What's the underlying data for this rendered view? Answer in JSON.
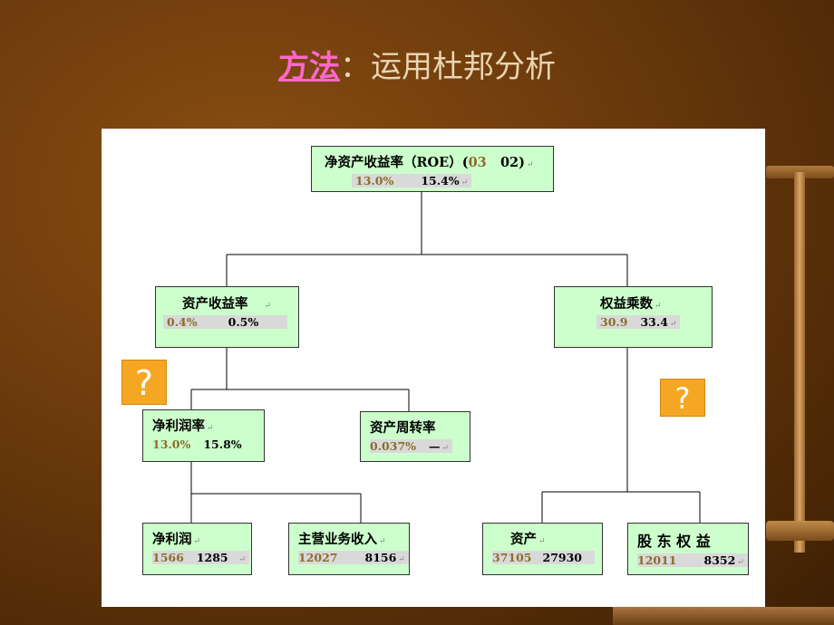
{
  "slide": {
    "title_accent": "方法",
    "title_sep": "：",
    "title_rest": "运用杜邦分析"
  },
  "question_mark": "?",
  "nodes": {
    "roe": {
      "label": "净资产收益率（ROE）(",
      "year1": "03",
      "year2": "02)",
      "v1": "13.0%",
      "v2": "15.4%"
    },
    "roa": {
      "label": "资产收益率",
      "v1": "0.4%",
      "v2": "0.5%"
    },
    "equity_multiplier": {
      "label": "权益乘数",
      "v1": "30.9",
      "v2": "33.4"
    },
    "net_margin": {
      "label": "净利润率",
      "v1": "13.0%",
      "v2": "15.8%"
    },
    "asset_turnover": {
      "label": "资产周转率",
      "v1": "0.037%",
      "v2": "—"
    },
    "net_profit": {
      "label": "净利润",
      "v1": "1566",
      "v2": "1285"
    },
    "revenue": {
      "label": "主营业务收入",
      "v1": "12027",
      "v2": "8156"
    },
    "assets": {
      "label": "资产",
      "v1": "37105",
      "v2": "27930"
    },
    "equity": {
      "label": "股 东 权 益",
      "v1": "12011",
      "v2": "8352"
    }
  },
  "colors": {
    "node_fill": "#ccffcc",
    "accent": "#ff66cc",
    "question_fill": "#f5a623"
  }
}
